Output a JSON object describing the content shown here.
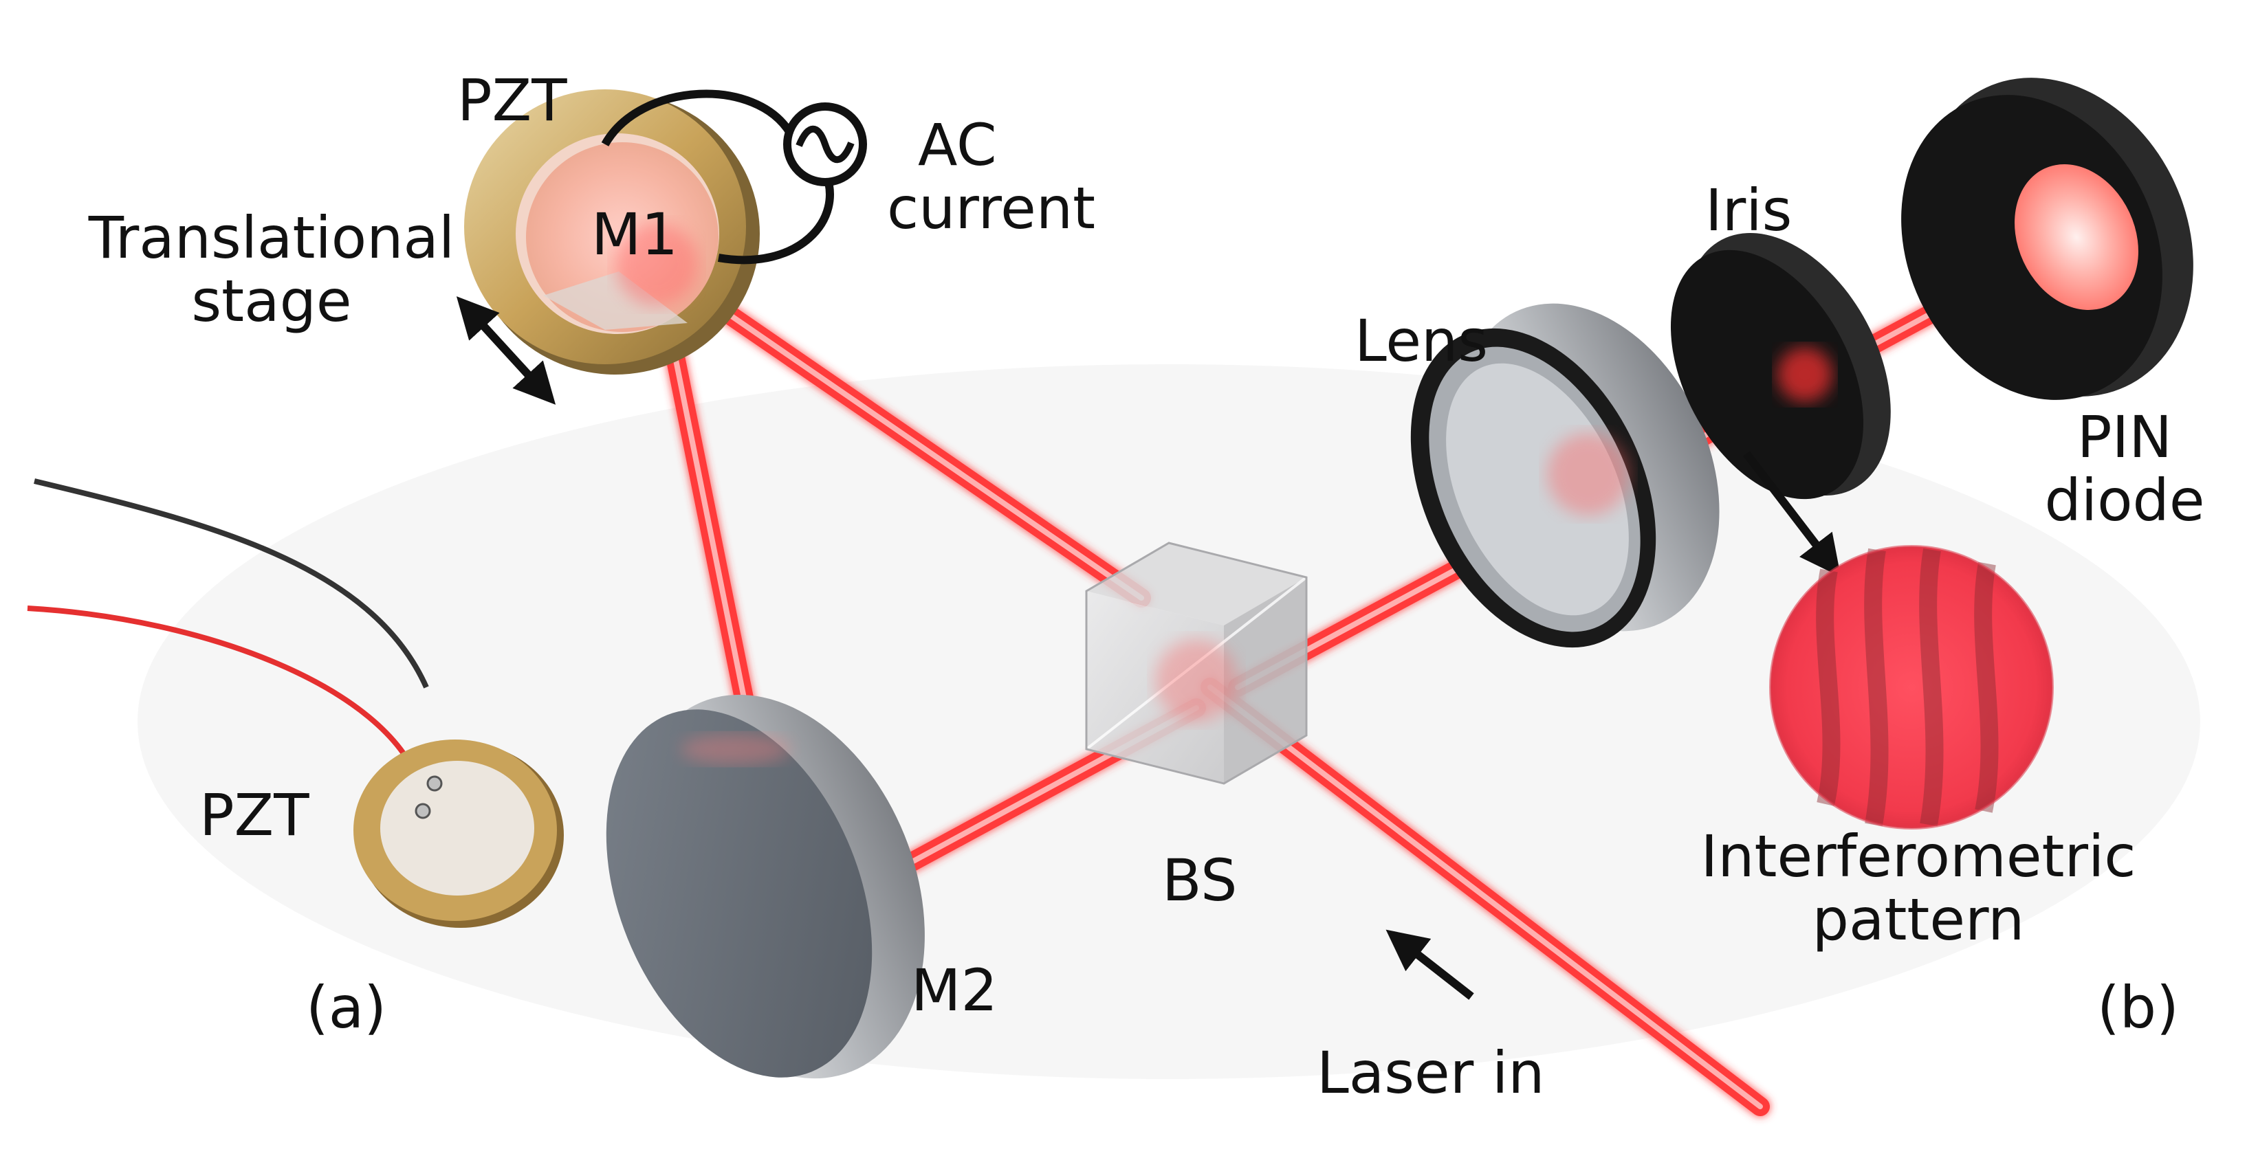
{
  "labels": {
    "pzt_top": "PZT",
    "m1": "M1",
    "ac": [
      "AC",
      "current"
    ],
    "translational": [
      "Translational",
      "stage"
    ],
    "lens": "Lens",
    "iris": "Iris",
    "pin": [
      "PIN",
      "diode"
    ],
    "interferometric": [
      "Interferometric",
      "pattern"
    ],
    "bs": "BS",
    "m2": "M2",
    "pzt_bottom": "PZT",
    "laser_in": "Laser in",
    "panel_a": "(a)",
    "panel_b": "(b)"
  },
  "colors": {
    "beam": "#ff3b3b",
    "beam_core": "#ffb0b0",
    "wire_red": "#e53030",
    "wire_dark": "#333333",
    "mirror_gray": "#5f6670",
    "brass": "#c9a35a",
    "black_mount": "#141414",
    "arrow": "#111111"
  },
  "icons": {
    "ac_source": "ac-source-icon"
  }
}
